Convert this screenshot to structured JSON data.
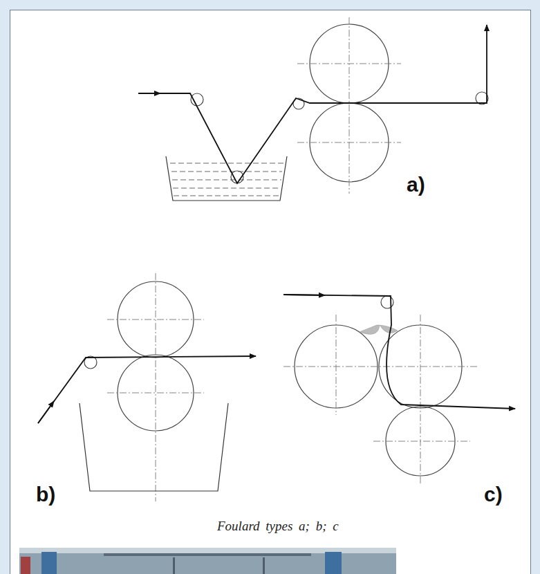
{
  "diagram": {
    "caption": "Foulard types a; b; c",
    "labels": [
      "a)",
      "b)",
      "c)"
    ]
  }
}
